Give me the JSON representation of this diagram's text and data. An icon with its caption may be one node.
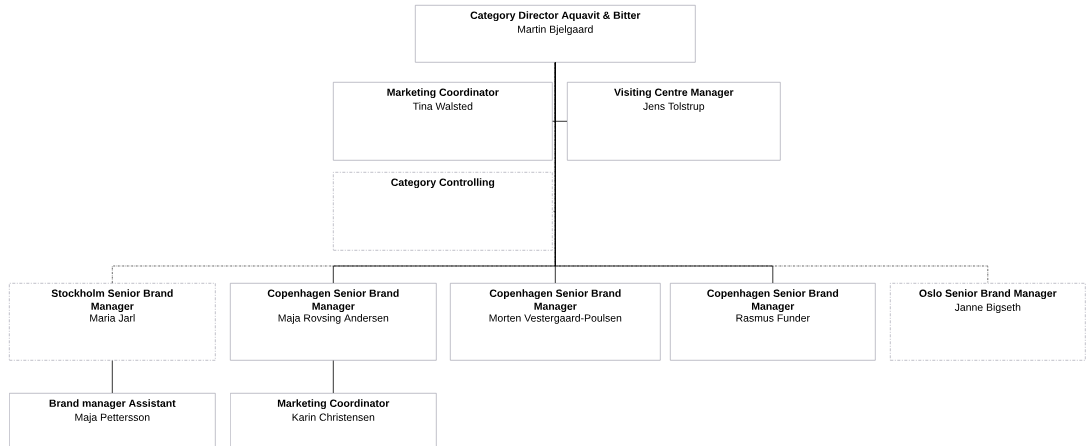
{
  "diagram": {
    "nodes": [
      {
        "text": [
          "Category Director Aquavit & Bitter",
          "Martin Bjelgaard"
        ]
      },
      {
        "text": [
          "Marketing Coordinator",
          "Tina Walsted"
        ]
      },
      {
        "text": [
          "Visiting Centre Manager",
          "Jens Tolstrup"
        ]
      },
      {
        "text": [
          "Category Controlling"
        ]
      },
      {
        "text": [
          "Stockholm Senior Brand Manager",
          "Maria Jarl"
        ]
      },
      {
        "text": [
          "Copenhagen Senior Brand Manager",
          "Maja Rovsing Andersen"
        ]
      },
      {
        "text": [
          "Copenhagen Senior Brand Manager",
          "Morten Vestergaard-Poulsen"
        ]
      },
      {
        "text": [
          "Copenhagen Senior Brand Manager",
          "Rasmus Funder"
        ]
      },
      {
        "text": [
          "Oslo Senior Brand Manager",
          "Janne Bigseth"
        ]
      },
      {
        "text": [
          "Brand manager Assistant",
          "Maja Pettersson"
        ]
      },
      {
        "text": [
          "Marketing Coordinator",
          "Karin Christensen"
        ]
      }
    ],
    "edges": [
      {
        "from": 0,
        "to": 1,
        "arrow": "none"
      },
      {
        "from": 0,
        "to": 2,
        "arrow": "none"
      },
      {
        "from": 0,
        "to": 3,
        "arrow": "none",
        "style": "dashed"
      },
      {
        "from": 0,
        "to": 4,
        "arrow": "none",
        "style": "dashed"
      },
      {
        "from": 0,
        "to": 5,
        "arrow": "none"
      },
      {
        "from": 0,
        "to": 6,
        "arrow": "none"
      },
      {
        "from": 0,
        "to": 7,
        "arrow": "none"
      },
      {
        "from": 0,
        "to": 8,
        "arrow": "none",
        "style": "dashed"
      },
      {
        "from": 4,
        "to": 9,
        "arrow": "none"
      },
      {
        "from": 5,
        "to": 10,
        "arrow": "none"
      }
    ]
  }
}
